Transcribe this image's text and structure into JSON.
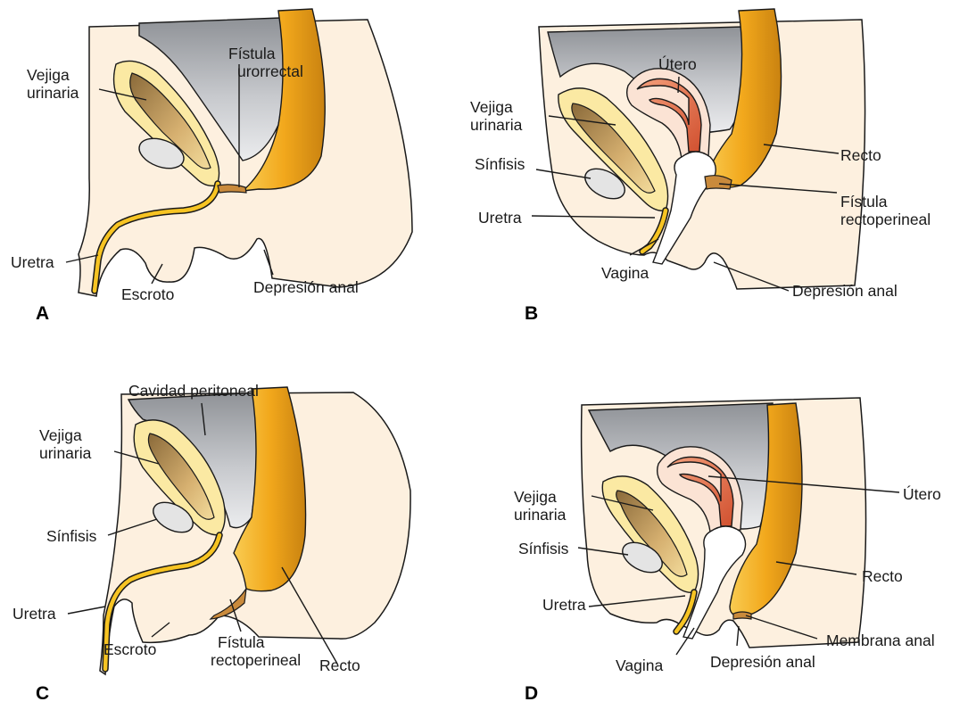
{
  "panels": {
    "a": {
      "letter": "A",
      "labels": {
        "vejiga": [
          "Vejiga",
          "urinaria"
        ],
        "fistula": [
          "Fístula",
          "urorrectal"
        ],
        "uretra": "Uretra",
        "escroto": "Escroto",
        "depresion": "Depresión anal"
      }
    },
    "b": {
      "letter": "B",
      "labels": {
        "utero": "Útero",
        "vejiga": [
          "Vejiga",
          "urinaria"
        ],
        "sinfisis": "Sínfisis",
        "uretra": "Uretra",
        "vagina": "Vagina",
        "recto": "Recto",
        "fistula": [
          "Fístula",
          "rectoperineal"
        ],
        "depresion": "Depresión anal"
      }
    },
    "c": {
      "letter": "C",
      "labels": {
        "cavidad": "Cavidad peritoneal",
        "vejiga": [
          "Vejiga",
          "urinaria"
        ],
        "sinfisis": "Sínfisis",
        "uretra": "Uretra",
        "escroto": "Escroto",
        "fistula": [
          "Fístula",
          "rectoperineal"
        ],
        "recto": "Recto"
      }
    },
    "d": {
      "letter": "D",
      "labels": {
        "vejiga": [
          "Vejiga",
          "urinaria"
        ],
        "sinfisis": "Sínfisis",
        "uretra": "Uretra",
        "vagina": "Vagina",
        "utero": "Útero",
        "recto": "Recto",
        "membrana": "Membrana anal",
        "depresion": "Depresión anal"
      }
    }
  },
  "colors": {
    "tissue": "#fdf0df",
    "peritoneal_cavity": "#c7c9cd",
    "rectum": "#f2a81c",
    "bladder": "#fbe9a3",
    "urethra": "#f7c423",
    "uterus": "#e0603c",
    "symphysis": "#e4e4e4"
  }
}
